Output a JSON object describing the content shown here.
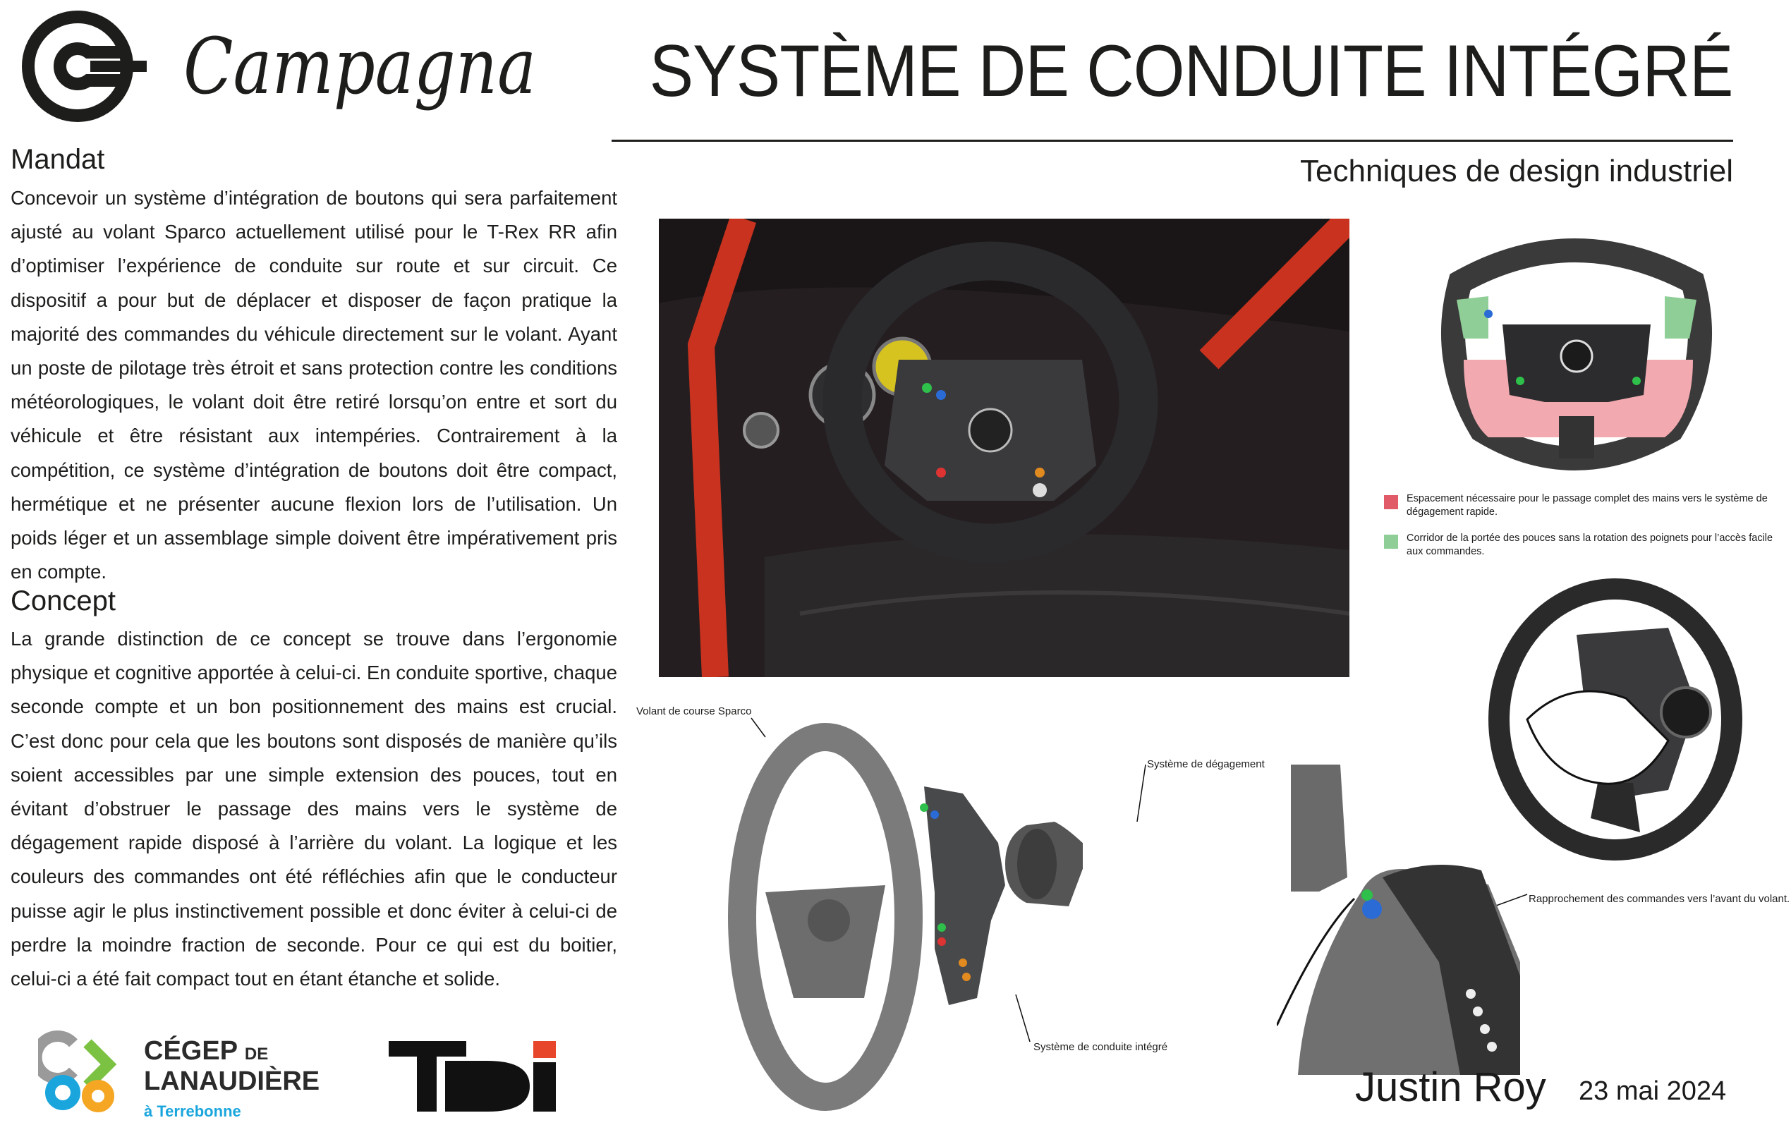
{
  "brand": {
    "logo_text": "Campagna",
    "logo_mark": "C"
  },
  "header": {
    "title": "SYSTÈME DE CONDUITE INTÉGRÉ",
    "subtitle": "Techniques de design industriel"
  },
  "sections": {
    "mandat": {
      "heading": "Mandat",
      "text": "Concevoir un système d’intégration de boutons qui sera parfaitement ajusté au volant Sparco actuellement utilisé pour le T-Rex RR afin d’optimiser l’expérience de conduite sur route et sur circuit. Ce dispositif a pour but de déplacer et disposer de façon pratique la majorité des commandes du véhicule directement sur le volant. Ayant un poste de pilotage très étroit et sans protection contre les conditions météorologiques, le volant doit être retiré lorsqu’on entre et sort du véhicule et être résistant aux intempéries. Contrairement à la compétition, ce système d’intégration de boutons doit être compact, hermétique et ne présenter aucune flexion lors de l’utilisation. Un poids léger et un assemblage simple doivent être impérativement pris en compte."
    },
    "concept": {
      "heading": "Concept",
      "text": "La grande distinction de ce concept se trouve dans l’ergonomie physique et cognitive apportée à celui-ci. En conduite sportive, chaque seconde compte et un bon positionnement des mains est crucial. C’est donc pour cela que les boutons sont disposés de manière qu’ils soient accessibles par une simple extension des pouces, tout en évitant d’obstruer le passage des mains vers le système de dégagement rapide disposé à l’arrière du volant. La logique et les couleurs des commandes ont été réfléchies afin que le conducteur puisse agir le plus instinctivement possible et donc éviter à celui-ci de perdre la moindre fraction de seconde. Pour ce qui est du boitier, celui-ci a été fait compact tout en étant étanche et solide."
    }
  },
  "legend": [
    {
      "color": "#e05a68",
      "text": "Espacement nécessaire pour le passage complet des mains vers le système de dégagement rapide."
    },
    {
      "color": "#8fce96",
      "text": "Corridor de la portée des pouces sans la rotation des poignets pour l’accès facile aux commandes."
    }
  ],
  "labels": {
    "sparco": "Volant de course Sparco",
    "degagement": "Système de dégagement",
    "conduite": "Système de conduite intégré",
    "rapprochement": "Rapprochement des commandes vers l’avant du volant."
  },
  "footer": {
    "school_line1": "CÉGEP",
    "school_de": "DE",
    "school_line2": "LANAUDIÈRE",
    "school_line3": "à Terrebonne",
    "tdi_logo": "TDI",
    "author": "Justin Roy",
    "date": "23 mai 2024"
  },
  "colors": {
    "red": "#e05a68",
    "green": "#8fce96",
    "tdi_orange": "#e8462a"
  }
}
